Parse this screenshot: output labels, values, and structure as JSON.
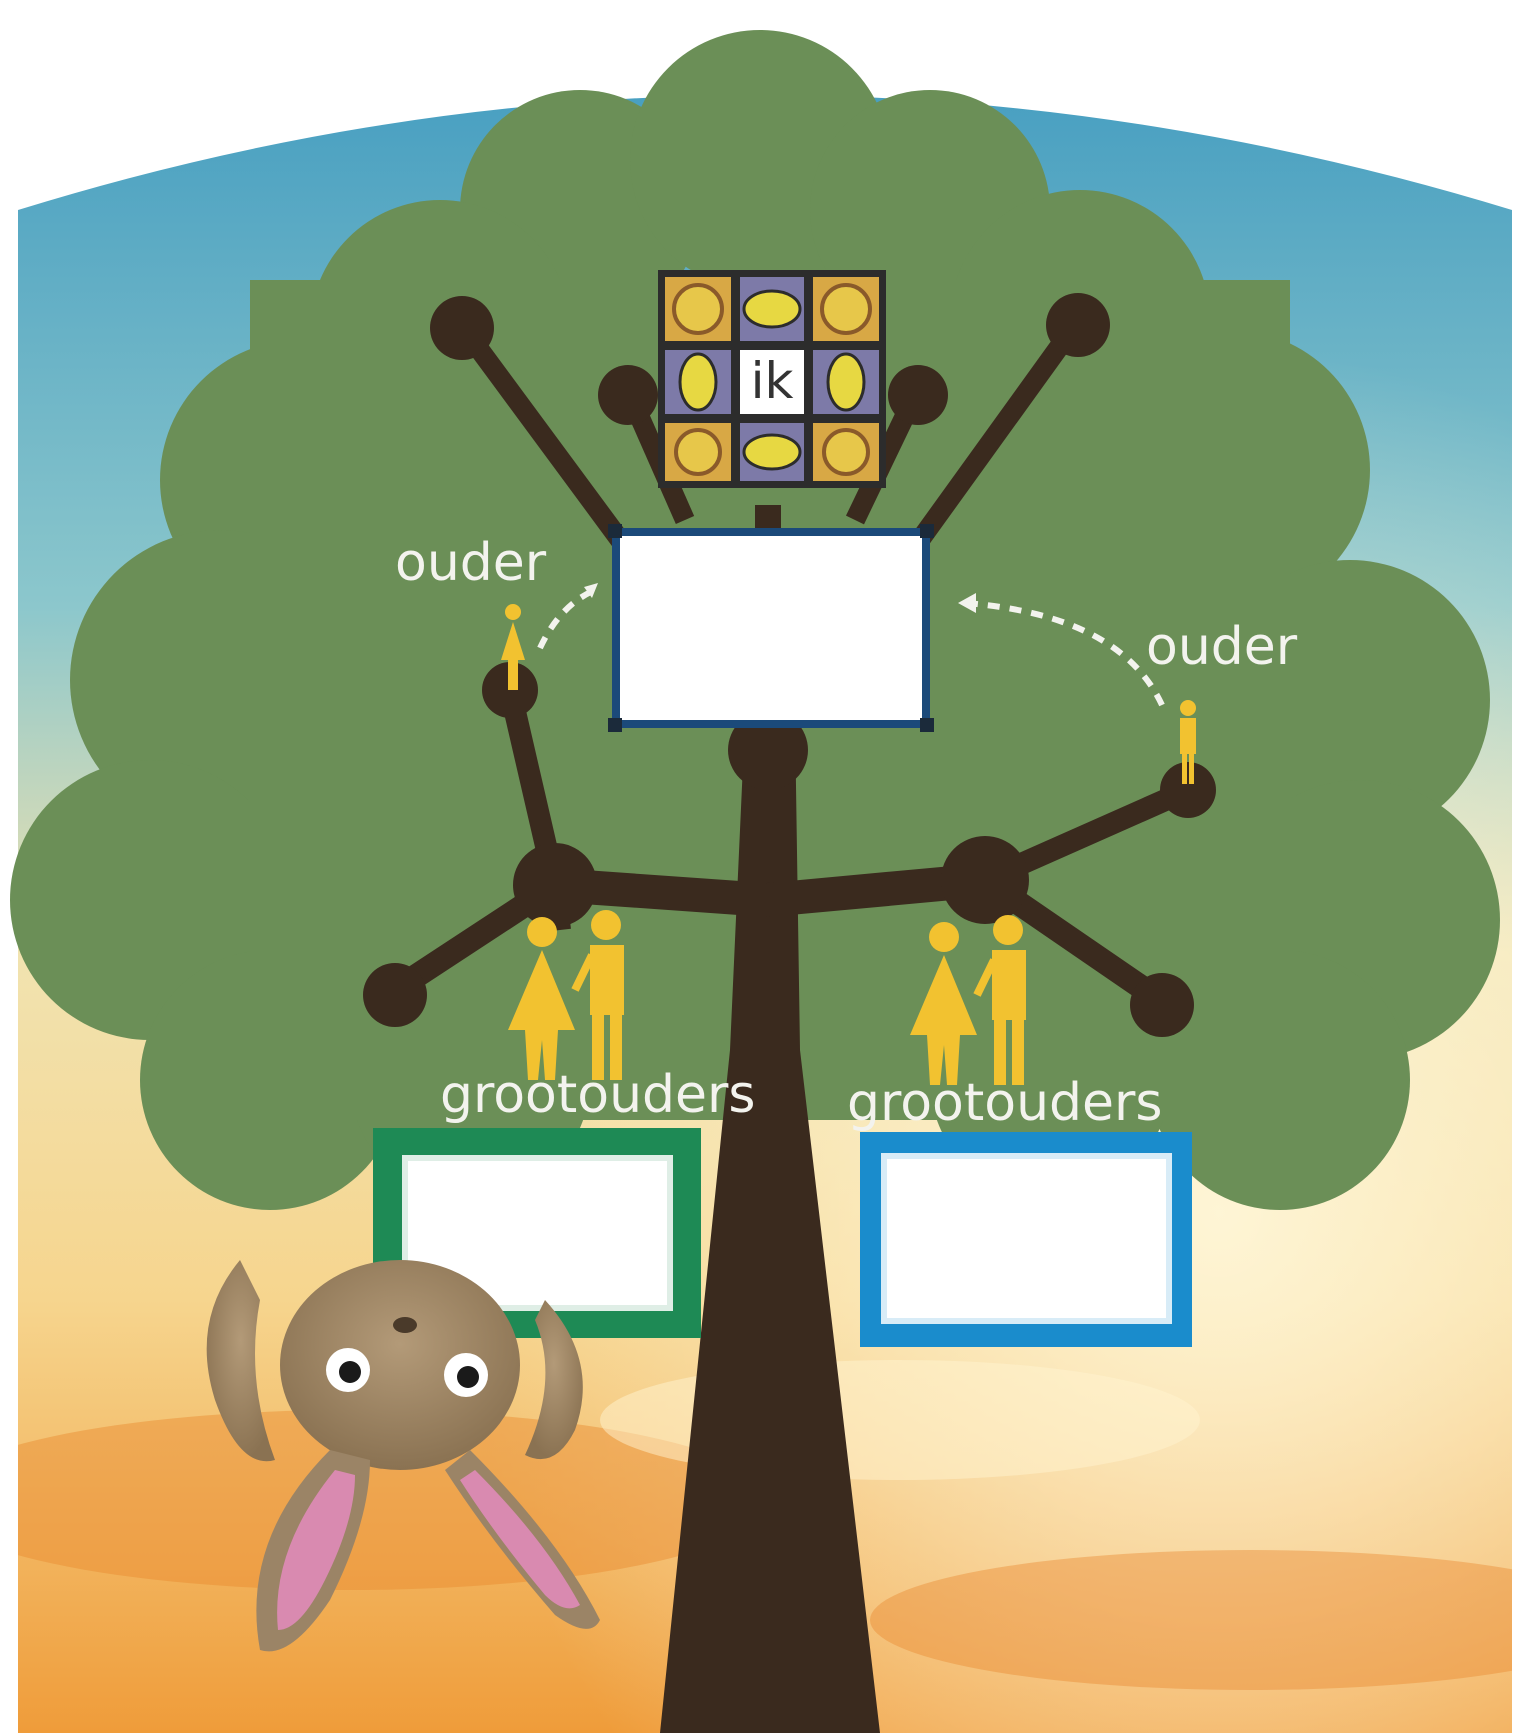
{
  "labels": {
    "me": "ik",
    "parent_left": "ouder",
    "parent_right": "ouder",
    "grandparents_left": "grootouders",
    "grandparents_right": "grootouders"
  },
  "colors": {
    "canopy": "#6b8f57",
    "trunk": "#3a2a1e",
    "figure": "#f2c230",
    "frame_left": "#1e8a55",
    "frame_right": "#1a8ccc",
    "frame_top": "#1b4a7a",
    "sky_top": "#4ea9c6",
    "sky_bottom": "#f3a64a"
  },
  "icons": {
    "woman": "woman-icon",
    "man": "man-icon",
    "arrow": "dashed-arrow-icon",
    "rabbit": "rabbit-illustration"
  }
}
